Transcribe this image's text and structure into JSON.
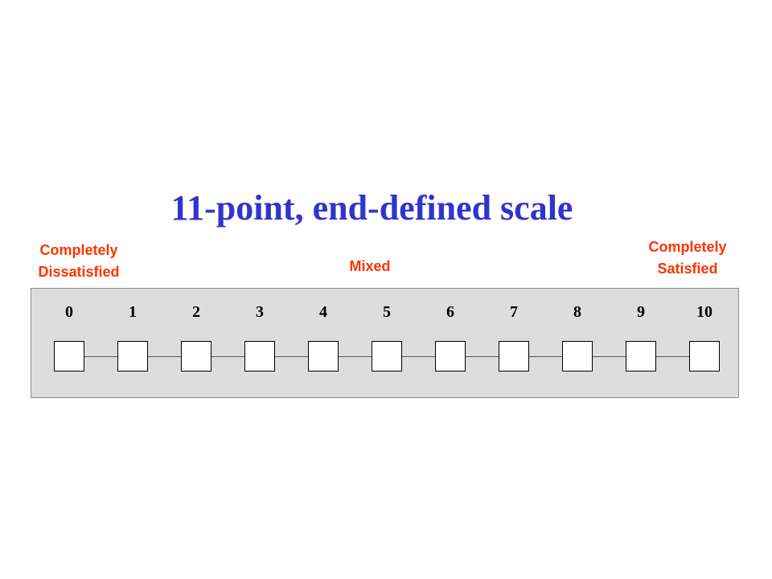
{
  "title": "11-point, end-defined scale",
  "anchors": {
    "left_line1": "Completely",
    "left_line2": "Dissatisfied",
    "middle": "Mixed",
    "right_line1": "Completely",
    "right_line2": "Satisfied"
  },
  "scale": {
    "points": [
      "0",
      "1",
      "2",
      "3",
      "4",
      "5",
      "6",
      "7",
      "8",
      "9",
      "10"
    ]
  },
  "colors": {
    "title": "#3333cc",
    "anchor_text": "#ff3300",
    "panel_background": "#dddddd"
  }
}
